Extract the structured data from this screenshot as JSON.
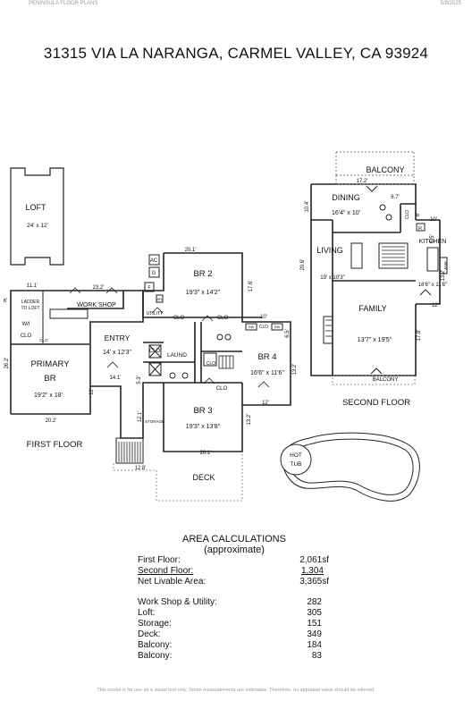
{
  "header": {
    "brand": "PENINSULA FLOOR PLANS",
    "date": "5/8/2025",
    "title": "31315 VIA LA NARANGA, CARMEL VALLEY, CA  93924"
  },
  "first_floor": {
    "caption": "FIRST FLOOR",
    "loft": {
      "name": "LOFT",
      "size": "24' x 12'"
    },
    "primary": {
      "name": "PRIMARY BR",
      "name_line1": "PRIMARY",
      "name_line2": "BR",
      "size": "19'2\" x 18'"
    },
    "entry": {
      "name": "ENTRY",
      "size": "14' x 12'3\""
    },
    "br2": {
      "name": "BR 2",
      "size": "19'3\" x 14'2\""
    },
    "br3": {
      "name": "BR 3",
      "size": "19'3\" x 13'8\""
    },
    "br4": {
      "name": "BR 4",
      "size": "16'6\" x 11'6\""
    },
    "labels": {
      "workshop": "WORK SHOP",
      "utility": "UTILITY",
      "laund": "LAUND",
      "ladder": "LADDER",
      "to_loft": "TO LOFT",
      "wi": "W/I",
      "clo": "CLO",
      "clo_small": "CLO",
      "ac": "AC",
      "g": "G",
      "f": "F",
      "wh": "WH",
      "storage": "STORAGE",
      "deck": "DECK",
      "dw": "DW"
    },
    "dims": {
      "d201_top": "20.1'",
      "d232": "23.2'",
      "d111": "11.1'",
      "d6": "6'",
      "d262": "26.2'",
      "d202": "20.2'",
      "d11": "11'",
      "d141": "14.1'",
      "d53": "5.3'",
      "d176": "17.6'",
      "d10": "10'",
      "d65": "6.5'",
      "d132": "13.2'",
      "d12": "12'",
      "d121": "12.1'",
      "d201_bot": "20.1'",
      "d128": "12.8'",
      "d132b": "13.2'"
    }
  },
  "second_floor": {
    "caption": "SECOND FLOOR",
    "balcony_top": "BALCONY",
    "balcony_bottom": "BALCONY",
    "dining": {
      "name": "DINING",
      "size": "16'4\" x 10'"
    },
    "living": {
      "name": "LIVING",
      "size": "19' x 10'3\""
    },
    "family": {
      "name": "FAMILY",
      "size": "13'7\" x 19'5\""
    },
    "kitchen": {
      "name": "KITCHEN",
      "size": "18'6\" x 11'6\""
    },
    "labels": {
      "clo": "CLO",
      "r": "R",
      "mw": "M/W"
    },
    "dims": {
      "d172": "17.2'",
      "d104": "10.4'",
      "d87": "8.7'",
      "d8": "8'",
      "d10": "10'",
      "d65": "6.5'",
      "d206": "20.6'",
      "d132": "13.2'",
      "d12": "12'",
      "d178": "17.8'"
    }
  },
  "hot_tub": {
    "line1": "HOT",
    "line2": "TUB"
  },
  "area": {
    "title": "AREA CALCULATIONS",
    "subtitle": "(approximate)",
    "main": [
      {
        "label": "First Floor:",
        "value": "2,061sf"
      },
      {
        "label": "Second Floor:",
        "value": "1,304"
      },
      {
        "label": "Net Livable Area:",
        "value": "3,365sf"
      }
    ],
    "extra": [
      {
        "label": "Work Shop & Utility:",
        "value": "282"
      },
      {
        "label": "Loft:",
        "value": "305"
      },
      {
        "label": "Storage:",
        "value": "151"
      },
      {
        "label": "Deck:",
        "value": "349"
      },
      {
        "label": "Balcony:",
        "value": "184"
      },
      {
        "label": "Balcony:",
        "value": "83"
      }
    ]
  },
  "footer": "This model is for use as a visual tool only. Some measurements are estimates. Therefore, no appraisal value should be inferred."
}
